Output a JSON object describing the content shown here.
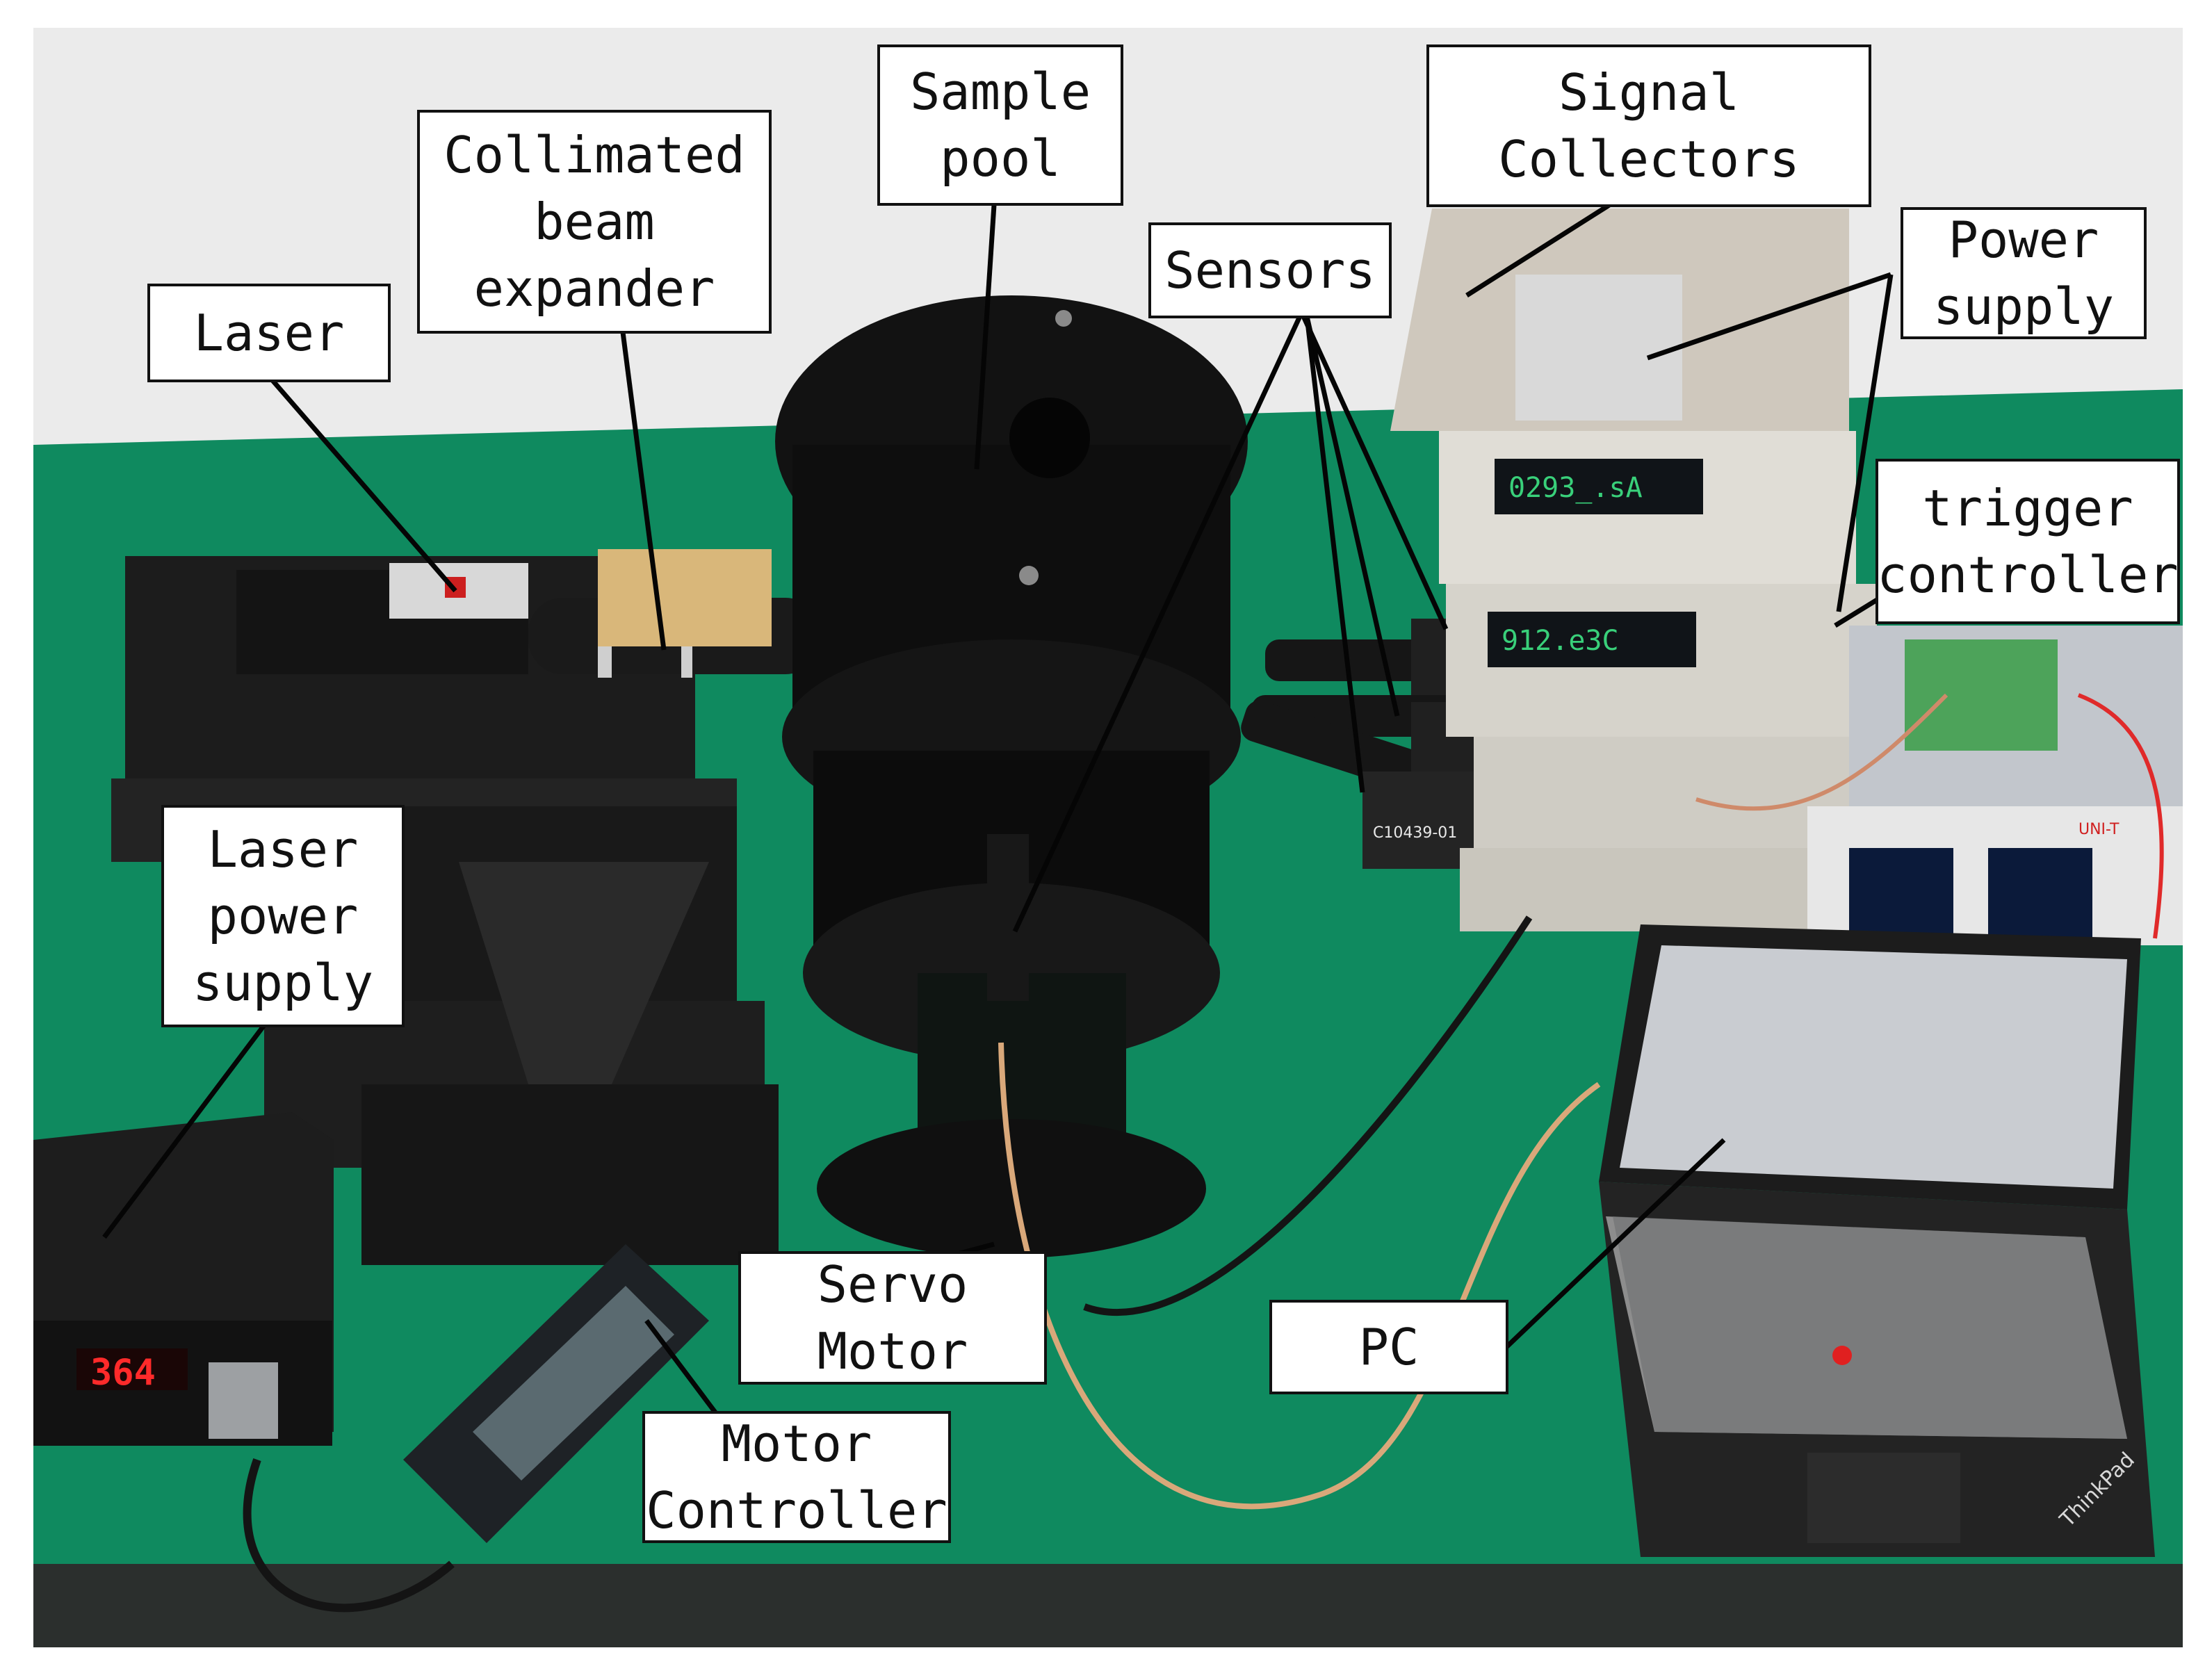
{
  "labels": {
    "laser": [
      "Laser"
    ],
    "collimated_beam_expander": [
      "Collimated",
      "beam",
      "expander"
    ],
    "sample_pool": [
      "Sample",
      "pool"
    ],
    "sensors": [
      "Sensors"
    ],
    "signal_collectors": [
      "Signal",
      "Collectors"
    ],
    "power_supply": [
      "Power",
      "supply"
    ],
    "trigger_controller": [
      "trigger",
      "controller"
    ],
    "laser_power_supply": [
      "Laser",
      "power",
      "supply"
    ],
    "servo_motor": [
      "Servo",
      "Motor"
    ],
    "pc": [
      "PC"
    ],
    "motor_controller": [
      "Motor",
      "Controller"
    ]
  },
  "device_readouts": {
    "laser_power_display": "364",
    "multimeter_top": "0293_.sA",
    "multimeter_middle": "912.e3C",
    "sensor_model": "C10439-01",
    "laptop_brand": "ThinkPad",
    "power_supply_brand": "UNI-T"
  },
  "colors": {
    "wall": "#ebebeb",
    "bench": "#0f8a5f",
    "equipment_black": "#1a1a1a",
    "label_border": "#111111",
    "display_red": "#ff2a2a",
    "display_green": "#39d07a",
    "display_blue": "#3fa9ff"
  }
}
